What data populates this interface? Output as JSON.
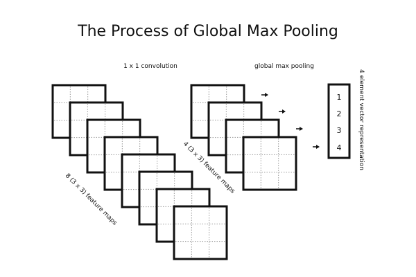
{
  "title": "The Process of Global Max Pooling",
  "labels": {
    "conv": "1 x 1 convolution",
    "pool": "global max pooling",
    "fm8": "8 (3 x 3) feature maps",
    "fm4": "4 (3 x 3) feature maps",
    "vec_caption": "4 element vector representation"
  },
  "vector": [
    "1",
    "2",
    "3",
    "4"
  ],
  "colors": {
    "stroke": "#111111",
    "grid": "#9a9a9a",
    "background": "#ffffff"
  },
  "icons": {
    "arrow": "right-arrow-icon"
  }
}
